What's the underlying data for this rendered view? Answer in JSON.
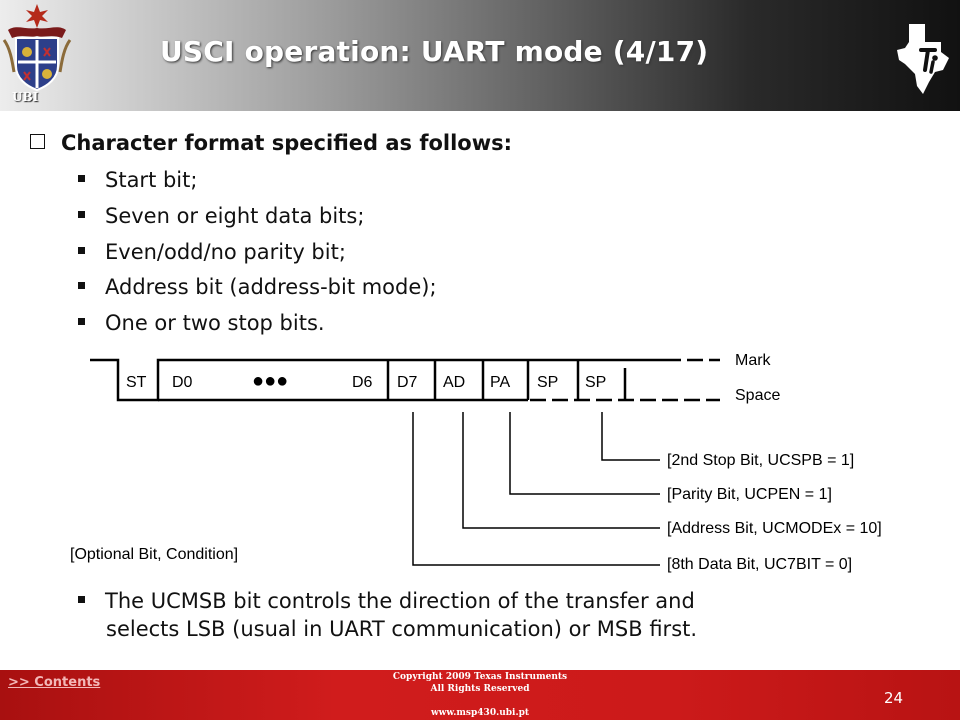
{
  "header": {
    "title": "USCI operation: UART mode (4/17)",
    "institution_label": "UBI",
    "crest": "university-crest",
    "logo": "texas-instruments-logo"
  },
  "content": {
    "main_bullet": "Character format specified as follows:",
    "sub_bullets": [
      "Start bit;",
      "Seven or eight data bits;",
      "Even/odd/no parity bit;",
      "Address bit (address-bit mode);",
      "One or two stop bits."
    ],
    "closing_bullet_line1": "The UCMSB bit controls the direction of the transfer and",
    "closing_bullet_line2": "selects LSB (usual in UART communication) or MSB first."
  },
  "diagram": {
    "frame_fields": [
      "ST",
      "D0",
      "D6",
      "D7",
      "AD",
      "PA",
      "SP",
      "SP"
    ],
    "ellipsis": "●●●",
    "mark_label": "Mark",
    "space_label": "Space",
    "callouts": [
      "[2nd Stop Bit, UCSPB = 1]",
      "[Parity Bit, UCPEN = 1]",
      "[Address Bit, UCMODEx = 10]",
      "[8th Data Bit, UC7BIT = 0]"
    ],
    "optional_note": "[Optional Bit, Condition]"
  },
  "footer": {
    "contents_link": ">> Contents",
    "copyright_line1": "Copyright  2009 Texas Instruments",
    "copyright_line2": "All Rights Reserved",
    "website": "www.msp430.ubi.pt",
    "page_number": "24"
  }
}
